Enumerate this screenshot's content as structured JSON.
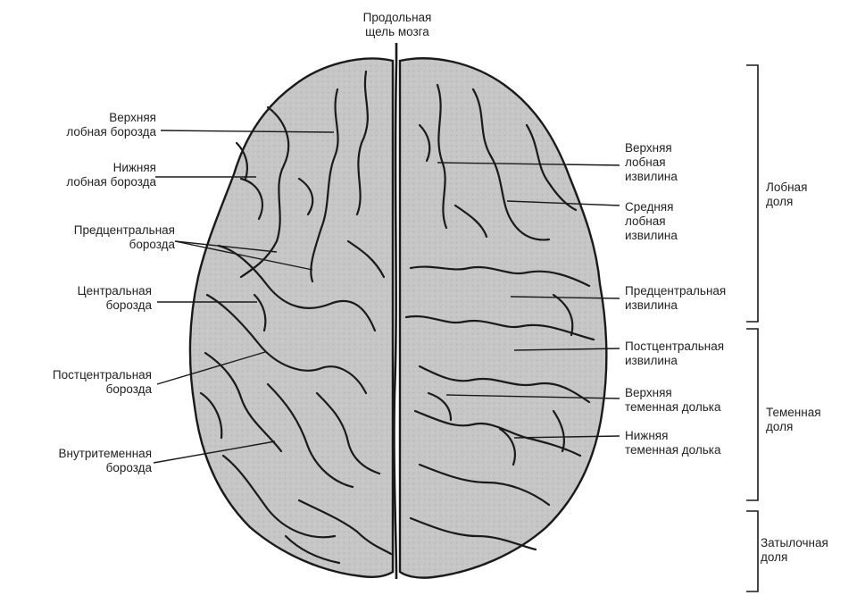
{
  "diagram": {
    "top_label": "Продольная\nщель мозга",
    "left_labels": [
      "Верхняя\nлобная борозда",
      "Нижняя\nлобная борозда",
      "Предцентральная\nборозда",
      "Центральная\nборозда",
      "Постцентральная\nборозда",
      "Внутритеменная\nборозда"
    ],
    "right_labels": [
      "Верхняя\nлобная\nизвилина",
      "Средняя\nлобная\nизвилина",
      "Предцентральная\nизвилина",
      "Постцентральная\nизвилина",
      "Верхняя\nтеменная долька",
      "Нижняя\nтеменная долька"
    ],
    "lobes": [
      "Лобная\nдоля",
      "Теменная\nдоля",
      "Затылочная\nдоля"
    ]
  },
  "colors": {
    "brain_fill": "#c9c9c9",
    "outline": "#1a1a1a",
    "text": "#222222"
  }
}
